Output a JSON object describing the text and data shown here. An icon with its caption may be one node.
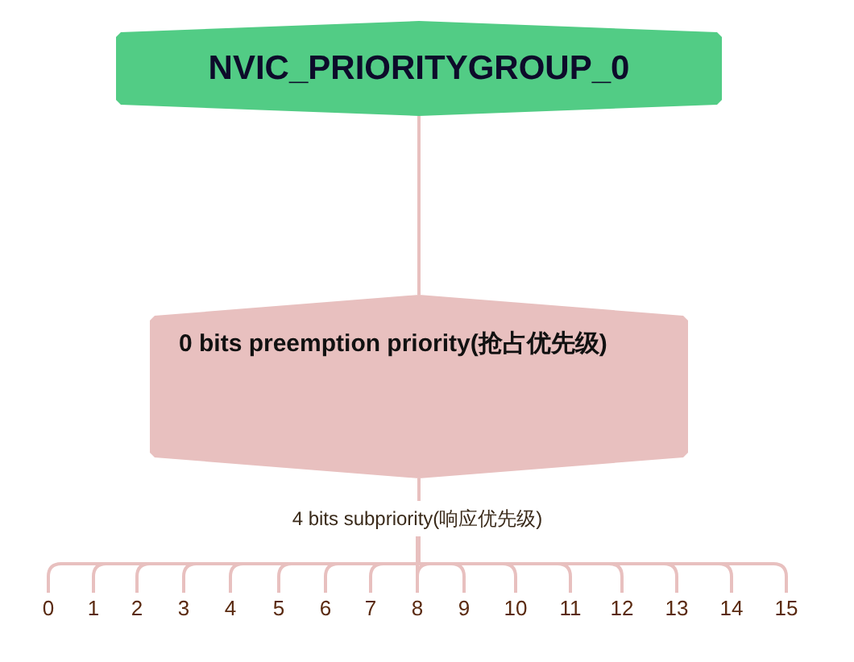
{
  "diagram": {
    "nodes": [
      {
        "text": [
          "NVIC_PRIORITYGROUP_0"
        ]
      },
      {
        "text": [
          "0 bits  preemption priority(抢占优先级)"
        ]
      },
      {
        "text": [
          "4 bits  subpriority(响应优先级)"
        ]
      },
      {
        "text": [
          "0"
        ]
      },
      {
        "text": [
          "1"
        ]
      },
      {
        "text": [
          "2"
        ]
      },
      {
        "text": [
          "3"
        ]
      },
      {
        "text": [
          "4"
        ]
      },
      {
        "text": [
          "5"
        ]
      },
      {
        "text": [
          "6"
        ]
      },
      {
        "text": [
          "7"
        ]
      },
      {
        "text": [
          "8"
        ]
      },
      {
        "text": [
          "9"
        ]
      },
      {
        "text": [
          "10"
        ]
      },
      {
        "text": [
          "11"
        ]
      },
      {
        "text": [
          "12"
        ]
      },
      {
        "text": [
          "13"
        ]
      },
      {
        "text": [
          "14"
        ]
      },
      {
        "text": [
          "15"
        ]
      }
    ],
    "edges": [
      {
        "from": 0,
        "to": 1,
        "arrow": "none"
      },
      {
        "from": 1,
        "to": 2,
        "arrow": "none"
      },
      {
        "from": 2,
        "to": 3,
        "arrow": "none"
      },
      {
        "from": 2,
        "to": 4,
        "arrow": "none"
      },
      {
        "from": 2,
        "to": 5,
        "arrow": "none"
      },
      {
        "from": 2,
        "to": 6,
        "arrow": "none"
      },
      {
        "from": 2,
        "to": 7,
        "arrow": "none"
      },
      {
        "from": 2,
        "to": 8,
        "arrow": "none"
      },
      {
        "from": 2,
        "to": 9,
        "arrow": "none"
      },
      {
        "from": 2,
        "to": 10,
        "arrow": "none"
      },
      {
        "from": 2,
        "to": 11,
        "arrow": "none"
      },
      {
        "from": 2,
        "to": 12,
        "arrow": "none"
      },
      {
        "from": 2,
        "to": 13,
        "arrow": "none"
      },
      {
        "from": 2,
        "to": 14,
        "arrow": "none"
      },
      {
        "from": 2,
        "to": 15,
        "arrow": "none"
      },
      {
        "from": 2,
        "to": 16,
        "arrow": "none"
      },
      {
        "from": 2,
        "to": 17,
        "arrow": "none"
      },
      {
        "from": 2,
        "to": 18,
        "arrow": "none"
      }
    ]
  }
}
